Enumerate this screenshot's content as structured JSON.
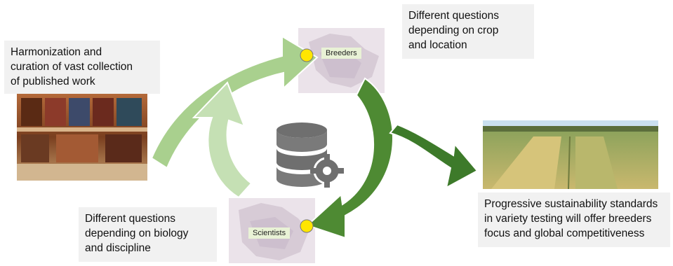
{
  "captions": {
    "harmonization": "Harmonization and\ncuration of vast collection\nof published work",
    "crop_location": "Different questions\ndepending on crop\nand location",
    "biology": "Different questions\ndepending on biology\nand discipline",
    "sustainability": "Progressive sustainability standards\nin variety testing will offer breeders\nfocus and global competitiveness"
  },
  "labels": {
    "breeders": "Breeders",
    "scientists": "Scientists"
  },
  "colors": {
    "light_green": "#a9d08e",
    "pale_green": "#c5e0b4",
    "dark_green": "#4e8a33",
    "darker_green": "#3d7a2a",
    "node_yellow": "#ffe600",
    "database_gray": "#6f6f6f"
  },
  "icons": [
    "library-photo",
    "database-gear-icon",
    "europe-map",
    "wheat-field-photo"
  ]
}
